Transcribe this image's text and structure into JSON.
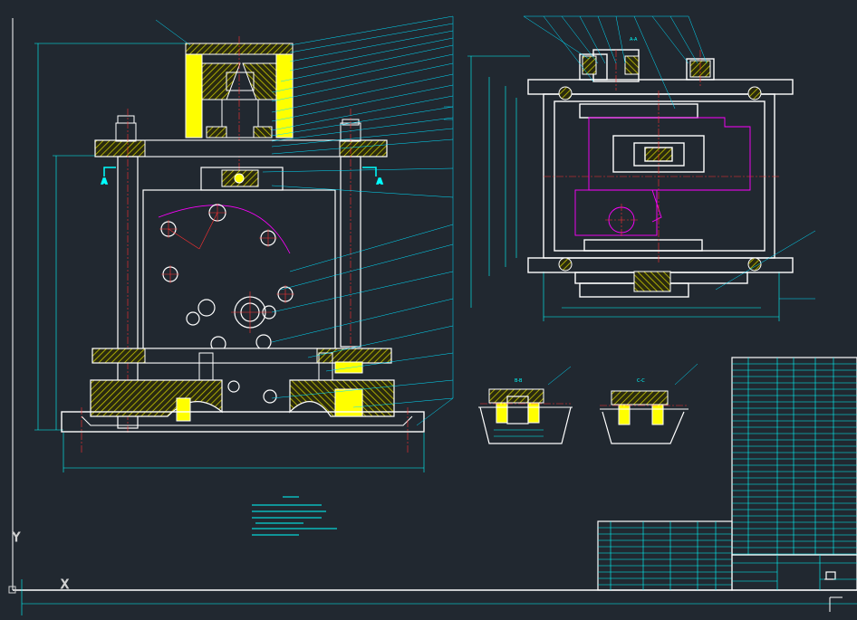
{
  "section_labels": {
    "a_left": "A",
    "a_right": "A",
    "view_aa": "A-A",
    "section_bb": "B-B",
    "section_cc": "C-C"
  },
  "ucs": {
    "y": "Y",
    "x": "X"
  },
  "colors": {
    "background": "#212830",
    "outline": "#ffffff",
    "dimension": "#00ffff",
    "hatch": "#c8c800",
    "highlight": "#ffff00",
    "hidden": "#ff00ff",
    "center": "#ff3030",
    "leader": "#00e0ff"
  }
}
